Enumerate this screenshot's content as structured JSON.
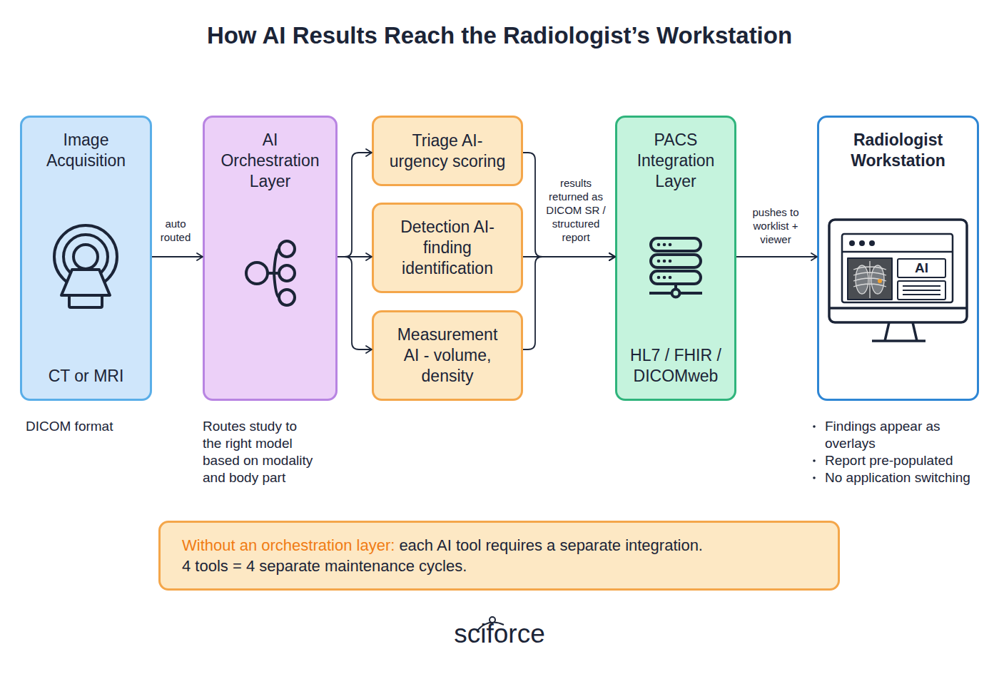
{
  "diagram": {
    "title": "How AI Results Reach the Radiologist’s Workstation",
    "nodes": [
      {
        "text": [
          "Image Acquisition",
          "CT or MRI"
        ]
      },
      {
        "text": [
          "AI Orchestration Layer"
        ]
      },
      {
        "text": [
          "Triage AI- urgency scoring"
        ]
      },
      {
        "text": [
          "Detection AI- finding identification"
        ]
      },
      {
        "text": [
          "Measurement AI - volume, density"
        ]
      },
      {
        "text": [
          "PACS Integration Layer",
          "HL7 / FHIR / DICOMweb"
        ]
      },
      {
        "text": [
          "Radiologist Workstation"
        ]
      },
      {
        "text": [
          "Without an orchestration layer:",
          "each AI tool requires a separate integration.",
          "4 tools = 4 separate maintenance cycles."
        ]
      }
    ],
    "edges": [
      {
        "from": 0,
        "to": 1,
        "label": "auto routed",
        "arrow": "to"
      },
      {
        "from": 1,
        "to": 2,
        "arrow": "to"
      },
      {
        "from": 1,
        "to": 3,
        "arrow": "to"
      },
      {
        "from": 1,
        "to": 4,
        "arrow": "to"
      },
      {
        "from": 2,
        "to": 5,
        "arrow": "to"
      },
      {
        "from": 3,
        "to": 5,
        "label": "results returned as DICOM SR / structured report",
        "arrow": "to"
      },
      {
        "from": 4,
        "to": 5,
        "arrow": "to"
      },
      {
        "from": 5,
        "to": 6,
        "label": "pushes to worklist + viewer",
        "arrow": "to"
      }
    ],
    "labels": [
      "DICOM format",
      "Routes study to the right model based on modality and body part",
      "AI",
      "Findings appear as overlays",
      "Report pre-populated",
      "No application switching",
      "sciforce"
    ]
  }
}
